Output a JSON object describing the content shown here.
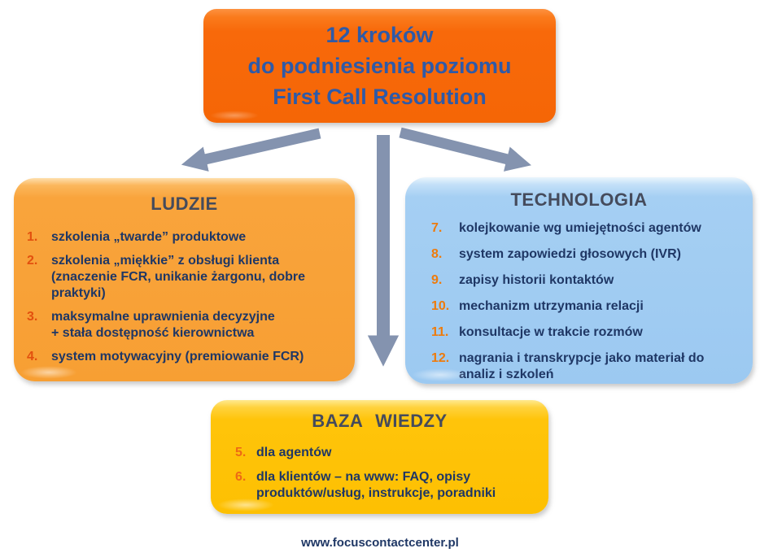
{
  "title_box": {
    "line1": "12 kroków",
    "line2": "do podniesienia poziomu",
    "line3": "First Call Resolution"
  },
  "boxes": {
    "ludzie": {
      "heading": "LUDZIE",
      "items": [
        {
          "num": "1.",
          "text": "szkolenia „twarde” produktowe"
        },
        {
          "num": "2.",
          "text": "szkolenia „miękkie” z obsługi klienta\n(znaczenie FCR, unikanie żargonu, dobre\npraktyki)"
        },
        {
          "num": "3.",
          "text": "maksymalne uprawnienia decyzyjne\n+ stała dostępność kierownictwa"
        },
        {
          "num": "4.",
          "text": "system motywacyjny (premiowanie FCR)"
        }
      ]
    },
    "technologia": {
      "heading": "TECHNOLOGIA",
      "items": [
        {
          "num": "7.",
          "text": "kolejkowanie wg umiejętności agentów"
        },
        {
          "num": "8.",
          "text": "system zapowiedzi głosowych (IVR)"
        },
        {
          "num": "9.",
          "text": "zapisy historii kontaktów"
        },
        {
          "num": "10.",
          "text": "mechanizm utrzymania relacji"
        },
        {
          "num": "11.",
          "text": "konsultacje w trakcie rozmów"
        },
        {
          "num": "12.",
          "text": "nagrania i transkrypcje jako materiał do\nanaliz i szkoleń"
        }
      ]
    },
    "baza": {
      "heading": "BAZA WIEDZY",
      "items": [
        {
          "num": "5.",
          "text": "dla agentów"
        },
        {
          "num": "6.",
          "text": "dla klientów – na www: FAQ, opisy\nproduktów/usług, instrukcje, poradniki"
        }
      ]
    }
  },
  "footer": {
    "url": "www.focuscontactcenter.pl"
  },
  "colors": {
    "title_box_bg": "#F8690A",
    "title_text": "#2E5AA8",
    "ludzie_bg": "#F9A43C",
    "technologia_bg": "#9CC9F1",
    "baza_bg": "#FFC40A",
    "heading_text": "#454B5C",
    "item_text": "#1F3765",
    "ludzie_number": "#E2500E",
    "technologia_number": "#EE7B0C",
    "baza_number": "#ED6A14",
    "arrow": "#8493AF",
    "footer_text": "#1F3765"
  }
}
